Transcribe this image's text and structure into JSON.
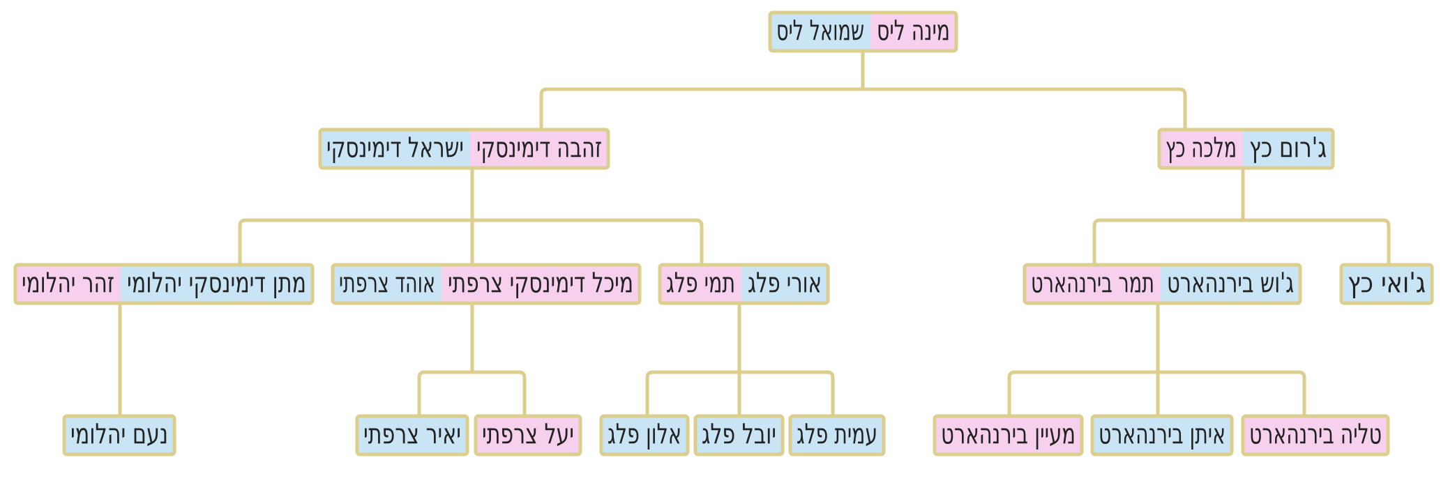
{
  "colors": {
    "male": "#c8e4f5",
    "female": "#f6d0ec",
    "border": "#dccf8e",
    "line": "#dccf8e",
    "text": "#222222"
  },
  "family_tree": {
    "root": {
      "id": "n_root",
      "people": [
        {
          "name": "מינה ליס",
          "sex": "female"
        },
        {
          "name": "שמואל ליס",
          "sex": "male"
        }
      ]
    },
    "gen1": [
      {
        "id": "n_dim",
        "people": [
          {
            "name": "זהבה דימינסקי",
            "sex": "female"
          },
          {
            "name": "ישראל דימינסקי",
            "sex": "male"
          }
        ]
      },
      {
        "id": "n_katz",
        "people": [
          {
            "name": "ג'רום כץ",
            "sex": "male"
          },
          {
            "name": "מלכה כץ",
            "sex": "female"
          }
        ]
      }
    ],
    "gen2": [
      {
        "id": "n_yahalomi",
        "people": [
          {
            "name": "זהר יהלומי",
            "sex": "female"
          },
          {
            "name": "מתן דימינסקי יהלומי",
            "sex": "male"
          }
        ]
      },
      {
        "id": "n_tsarfati",
        "people": [
          {
            "name": "מיכל דימינסקי צרפתי",
            "sex": "female"
          },
          {
            "name": "אוהד צרפתי",
            "sex": "male"
          }
        ]
      },
      {
        "id": "n_peleg",
        "people": [
          {
            "name": "תמי פלג",
            "sex": "female"
          },
          {
            "name": "אורי פלג",
            "sex": "male"
          }
        ]
      },
      {
        "id": "n_birn",
        "people": [
          {
            "name": "תמר בירנהארט",
            "sex": "female"
          },
          {
            "name": "ג'וש בירנהארט",
            "sex": "male"
          }
        ]
      },
      {
        "id": "n_joey",
        "people": [
          {
            "name": "ג'ואי כץ",
            "sex": "male"
          }
        ]
      }
    ],
    "gen3": [
      {
        "id": "n_noam",
        "people": [
          {
            "name": "נעם יהלומי",
            "sex": "male"
          }
        ]
      },
      {
        "id": "n_yair",
        "people": [
          {
            "name": "יאיר צרפתי",
            "sex": "male"
          }
        ]
      },
      {
        "id": "n_yael",
        "people": [
          {
            "name": "יעל צרפתי",
            "sex": "female"
          }
        ]
      },
      {
        "id": "n_alon",
        "people": [
          {
            "name": "אלון פלג",
            "sex": "male"
          }
        ]
      },
      {
        "id": "n_yuval",
        "people": [
          {
            "name": "יובל פלג",
            "sex": "male"
          }
        ]
      },
      {
        "id": "n_amit",
        "people": [
          {
            "name": "עמית פלג",
            "sex": "male"
          }
        ]
      },
      {
        "id": "n_mayan",
        "people": [
          {
            "name": "מעיין בירנהארט",
            "sex": "female"
          }
        ]
      },
      {
        "id": "n_eitan",
        "people": [
          {
            "name": "איתן בירנהארט",
            "sex": "male"
          }
        ]
      },
      {
        "id": "n_talia",
        "people": [
          {
            "name": "טליה בירנהארט",
            "sex": "female"
          }
        ]
      }
    ]
  }
}
